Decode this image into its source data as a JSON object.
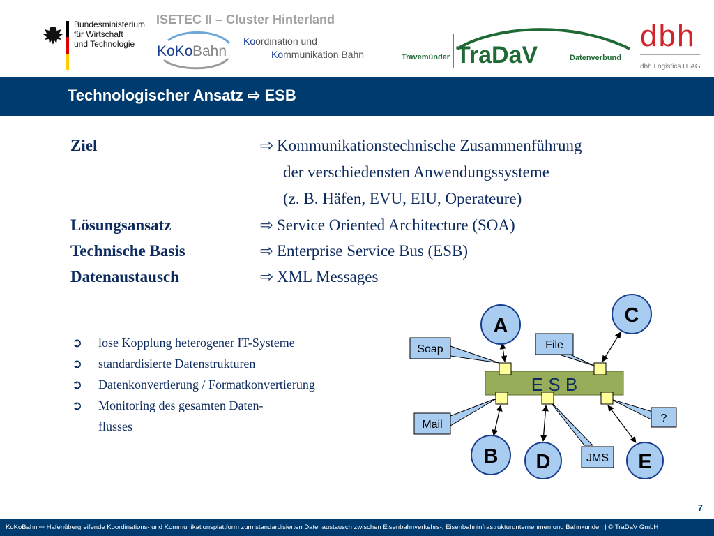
{
  "header": {
    "ministry_lines": "Bundesministerium\nfür Wirtschaft\nund Technologie",
    "cluster_title": "ISETEC II – Cluster Hinterland",
    "koko_logo_text_a": "KoKo",
    "koko_logo_text_b": "Bahn",
    "koko_tag_line1_a": "Ko",
    "koko_tag_line1_b": "ordination und",
    "koko_tag_line2_a": "Ko",
    "koko_tag_line2_b": "mmunikation Bahn",
    "travemuender": "Travemünder",
    "tradav": "TraDaV",
    "datenverbund": "Datenverbund",
    "dbh_logo": "dbh",
    "dbh_tag": "dbh Logistics IT AG"
  },
  "title": "Technologischer Ansatz ⇨ ESB",
  "rows": [
    {
      "label": "Ziel",
      "value": "Kommunikationstechnische Zusammenführung"
    },
    {
      "label": "",
      "value": "der verschiedensten Anwendungssysteme"
    },
    {
      "label": "",
      "value": "(z. B. Häfen, EVU, EIU, Operateure)"
    },
    {
      "label": "Lösungsansatz",
      "value": "Service Oriented Architecture (SOA)"
    },
    {
      "label": "Technische Basis",
      "value": "Enterprise Service Bus (ESB)"
    },
    {
      "label": "Datenaustausch",
      "value": "XML Messages"
    }
  ],
  "arrow_glyph": "⇨",
  "bullet_glyph": "➲",
  "bullets": [
    "lose Kopplung heterogener IT-Systeme",
    "standardisierte Datenstrukturen",
    "Datenkonvertierung / Formatkonvertierung",
    "Monitoring des gesamten Daten-",
    "flusses"
  ],
  "diagram": {
    "bus_label": "E S B",
    "nodes": {
      "a": "A",
      "b": "B",
      "c": "C",
      "d": "D",
      "e": "E"
    },
    "callouts": {
      "soap": "Soap",
      "file": "File",
      "mail": "Mail",
      "jms": "JMS",
      "unknown": "?"
    }
  },
  "colors": {
    "title_bar": "#003b6f",
    "node_fill": "#a9cdf0",
    "bus_fill": "#97ad5a",
    "connector_fill": "#ffff99"
  },
  "page_number": "7",
  "footer": "KoKoBahn ⇨ Hafenübergreifende Koordinations- und Kommunikationsplattform zum standardisierten Datenaustausch zwischen Eisenbahnverkehrs-, Eisenbahninfrastrukturunternehmen und Bahnkunden | © TraDaV GmbH"
}
